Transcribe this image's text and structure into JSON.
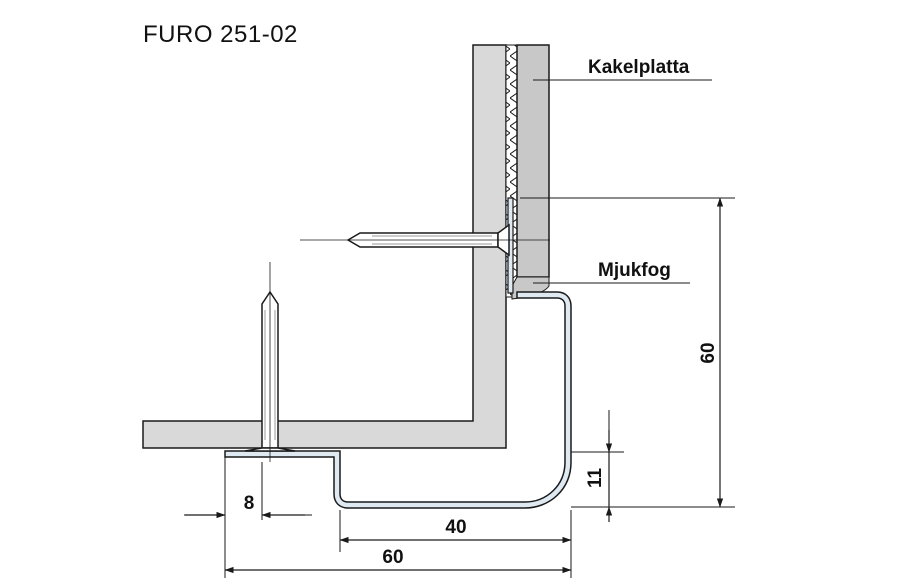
{
  "title": "FURO 251-02",
  "labels": {
    "tile": "Kakelplatta",
    "soft_joint": "Mjukfog"
  },
  "dimensions": {
    "height_total": "60",
    "height_small": "11",
    "flange_width": "8",
    "base_width": "40",
    "total_width": "60"
  },
  "colors": {
    "wall_fill": "#d9d9d9",
    "tile_fill": "#c8c8c8",
    "profile_fill": "#dfe9f2",
    "line": "#1a1a1a"
  }
}
